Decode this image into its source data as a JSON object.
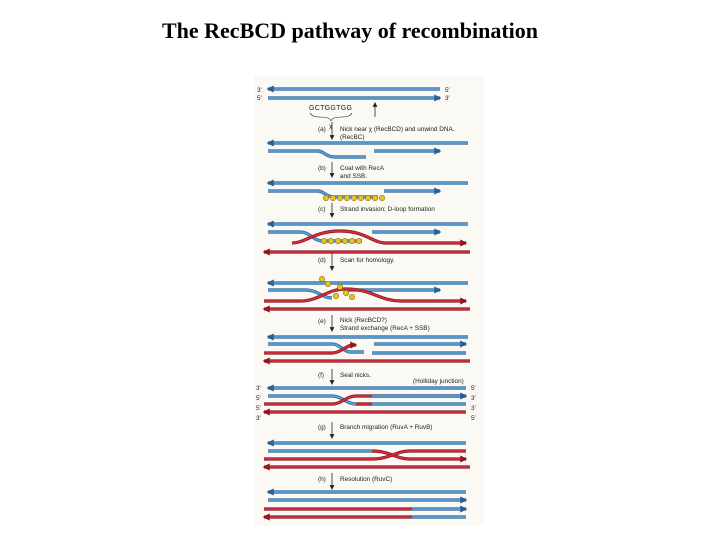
{
  "title": "The RecBCD pathway of recombination",
  "colors": {
    "blue": "#5b9fd6",
    "blue_edge": "#2a5f93",
    "red": "#cf2d3b",
    "red_edge": "#8a1822",
    "ssb": "#e6c22b",
    "ssb_edge": "#8b6d0a",
    "text": "#222222"
  },
  "diagram": {
    "sequence": "GCTGGTGG",
    "chi": "χ",
    "ends_top": {
      "l1": "3′",
      "r1": "5′",
      "l2": "5′",
      "r2": "3′"
    },
    "steps": [
      {
        "letter": "(a)",
        "line1": "Nick near χ (RecBCD) and unwind DNA.",
        "line2": "(RecBC)"
      },
      {
        "letter": "(b)",
        "line1": "Coat with RecA",
        "line2": "and SSB."
      },
      {
        "letter": "(c)",
        "line1": "Strand invasion; D-loop formation",
        "line2": ""
      },
      {
        "letter": "(d)",
        "line1": "Scan for homology.",
        "line2": ""
      },
      {
        "letter": "(e)",
        "line1": "Nick (RecBCD?)",
        "line2": "Strand exchange (RecA + SSB)"
      },
      {
        "letter": "(f)",
        "line1": "Seal nicks.",
        "line2": ""
      },
      {
        "letter": "(g)",
        "line1": "Branch migration (RuvA + RuvB)",
        "line2": ""
      },
      {
        "letter": "(h)",
        "line1": "Resolution (RuvC)",
        "line2": ""
      }
    ],
    "holliday": "(Holliday junction)",
    "ends_f": {
      "l1": "3′",
      "l2": "5′",
      "l3": "5′",
      "l4": "3′",
      "r1": "5′",
      "r2": "3′",
      "r3": "3′",
      "r4": "5′"
    }
  }
}
